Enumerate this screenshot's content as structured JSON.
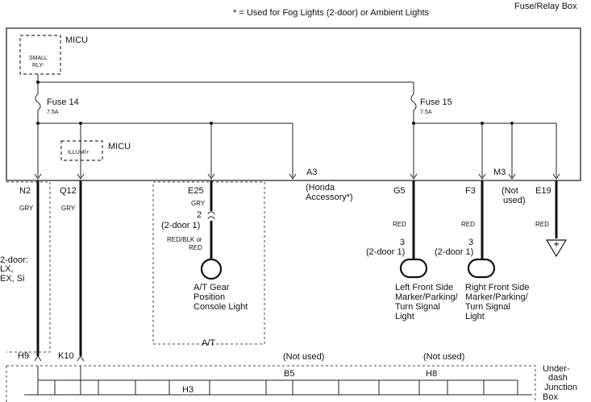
{
  "header": {
    "legend_note": "* = Used for Fog Lights (2-door) or Ambient Lights",
    "fuse_box_title": "Fuse/Relay Box"
  },
  "micu_top": {
    "label": "MICU",
    "relay_line1": "SMALL",
    "relay_line2": "RLY-"
  },
  "micu_mid": {
    "label": "MICU",
    "component": "ILLUMI+"
  },
  "fuses": [
    {
      "name": "Fuse 14",
      "rating": "7.5A"
    },
    {
      "name": "Fuse 15",
      "rating": "7.5A"
    }
  ],
  "terminals": {
    "n2": "N2",
    "q12": "Q12",
    "e25": "E25",
    "a3": "A3",
    "g5": "G5",
    "f3": "F3",
    "m3": "M3",
    "e19": "E19",
    "h9": "H9",
    "k10": "K10",
    "b5": "B5",
    "h8": "H8",
    "h3": "H3"
  },
  "wire_colors": {
    "n2": "GRY",
    "q12": "GRY",
    "e25": "GRY",
    "e25_alt": "RED/BLK or",
    "e25_alt2": "RED",
    "g5": "RED",
    "f3": "RED",
    "e19": "RED"
  },
  "a3_note": {
    "line1": "(Honda",
    "line2": "Accessory*)"
  },
  "m3_note": {
    "line1": "(Not",
    "line2": "used)"
  },
  "connector_e25": {
    "pin": "2",
    "conn": "(2-door 1)"
  },
  "connector_g5": {
    "pin": "3",
    "conn": "(2-door 1)"
  },
  "connector_f3": {
    "pin": "3",
    "conn": "(2-door 1)"
  },
  "variant_2door": {
    "line1": "2-door:",
    "line2": "LX,",
    "line3": "EX, Si"
  },
  "at_box": {
    "label": "A/T"
  },
  "lamps": {
    "at_gear": [
      "A/T Gear",
      "Position",
      "Console Light"
    ],
    "left_front": [
      "Left Front Side",
      "Marker/Parking/",
      "Turn Signal",
      "Light"
    ],
    "right_front": [
      "Right Front Side",
      "Marker/Parking/",
      "Turn Signal",
      "Light"
    ]
  },
  "not_used_b5": "(Not used)",
  "not_used_h8": "(Not used)",
  "junction_box": {
    "line1": "Under-",
    "line2": "dash",
    "line3": "Junction",
    "line4": "Box"
  }
}
